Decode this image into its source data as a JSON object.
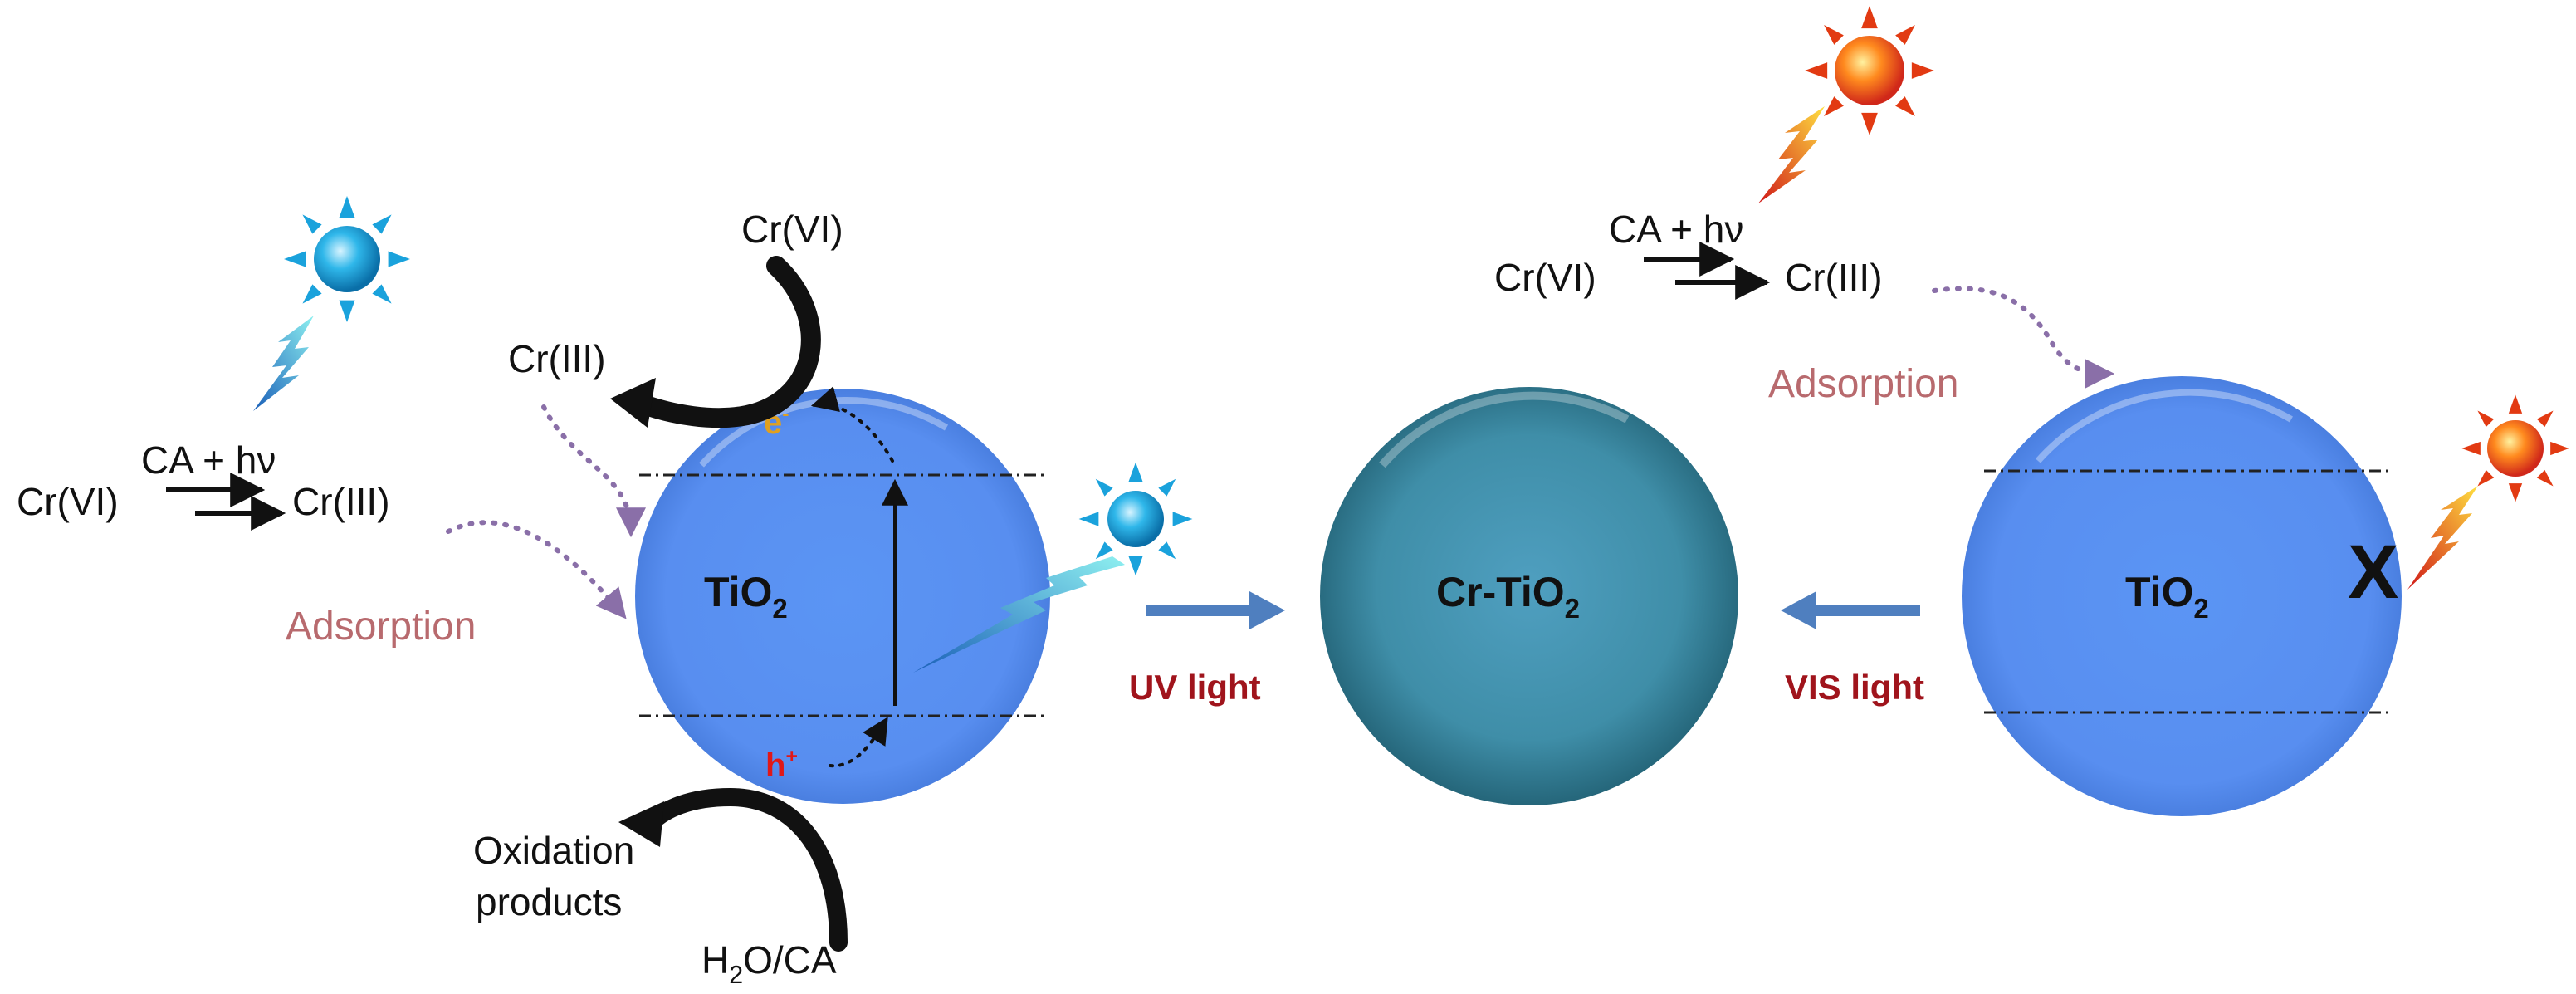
{
  "left_panel": {
    "reaction_top": "CA + hν",
    "reactant": "Cr(VI)",
    "product": "Cr(III)",
    "adsorption": "Adsorption"
  },
  "middle_sphere": {
    "label_main": "TiO",
    "label_sub": "2",
    "reduction_in": "Cr(VI)",
    "reduction_out": "Cr(III)",
    "electron_main": "e",
    "electron_sup": "-",
    "hole_main": "h",
    "hole_sup": "+",
    "oxidation_in_prefix": "H",
    "oxidation_in_sub": "2",
    "oxidation_in_suffix": "O/CA",
    "oxidation_out_line1": "Oxidation",
    "oxidation_out_line2": "products"
  },
  "uv_arrow_label": "UV light",
  "center_sphere": {
    "label_main": "Cr-TiO",
    "label_sub": "2"
  },
  "vis_arrow_label": "VIS light",
  "right_panel": {
    "reaction_top": "CA + hν",
    "reactant": "Cr(VI)",
    "product": "Cr(III)",
    "adsorption": "Adsorption",
    "sphere_main": "TiO",
    "sphere_sub": "2",
    "blocked_mark": "X"
  },
  "colors": {
    "tio2_sphere": "#5b8ff0",
    "cr_tio2_sphere": "#3f8fa6",
    "uv_sun": "#1ea7e0",
    "vis_sun": "#f05a14",
    "electron": "#e0a020",
    "hole": "#e01818",
    "adsorption_text": "#b86a6e",
    "light_label": "#a0141c",
    "process_arrow": "#4f7fbf",
    "dotted_arrow": "#8a6fa8"
  },
  "icons": [
    "uv-sun-icon",
    "vis-sun-icon",
    "uv-lightning-icon",
    "vis-lightning-icon"
  ]
}
